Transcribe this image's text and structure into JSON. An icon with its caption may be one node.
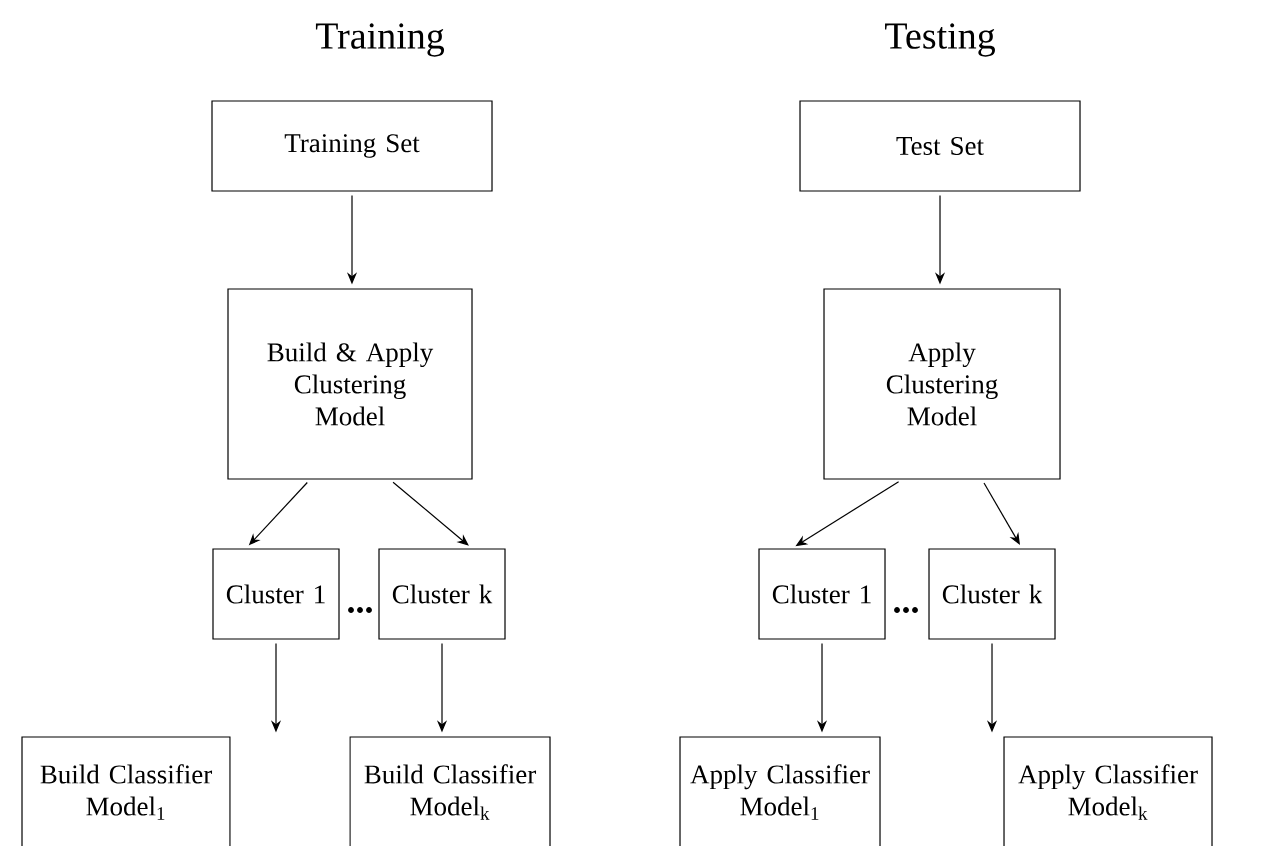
{
  "diagram": {
    "nodes": [
      {
        "text": [
          "Training Set"
        ]
      },
      {
        "text": [
          "Build & Apply Clustering Model"
        ]
      },
      {
        "text": [
          "Cluster 1"
        ]
      },
      {
        "text": [
          "Cluster k"
        ]
      },
      {
        "text": [
          "Build Classifier Model$_{1}$"
        ]
      },
      {
        "text": [
          "Build Classifier Model$_{k}$"
        ]
      },
      {
        "text": [
          "Test Set"
        ]
      },
      {
        "text": [
          "Apply Clustering Model"
        ]
      },
      {
        "text": [
          "Cluster 1"
        ]
      },
      {
        "text": [
          "Cluster k"
        ]
      },
      {
        "text": [
          "Apply Classifier Model$_{1}$"
        ]
      },
      {
        "text": [
          "Apply Classifier Model$_{k}$"
        ]
      }
    ],
    "edges": [
      {
        "from": 0,
        "to": 1,
        "arrow": "to"
      },
      {
        "from": 1,
        "to": 2,
        "arrow": "to"
      },
      {
        "from": 1,
        "to": 3,
        "arrow": "to"
      },
      {
        "from": 2,
        "to": 4,
        "arrow": "to"
      },
      {
        "from": 3,
        "to": 5,
        "arrow": "to"
      },
      {
        "from": 6,
        "to": 7,
        "arrow": "to"
      },
      {
        "from": 7,
        "to": 8,
        "arrow": "to"
      },
      {
        "from": 7,
        "to": 9,
        "arrow": "to"
      },
      {
        "from": 8,
        "to": 10,
        "arrow": "to"
      },
      {
        "from": 9,
        "to": 11,
        "arrow": "to"
      }
    ],
    "labels": [
      "Training",
      "Testing",
      "...",
      "..."
    ]
  }
}
